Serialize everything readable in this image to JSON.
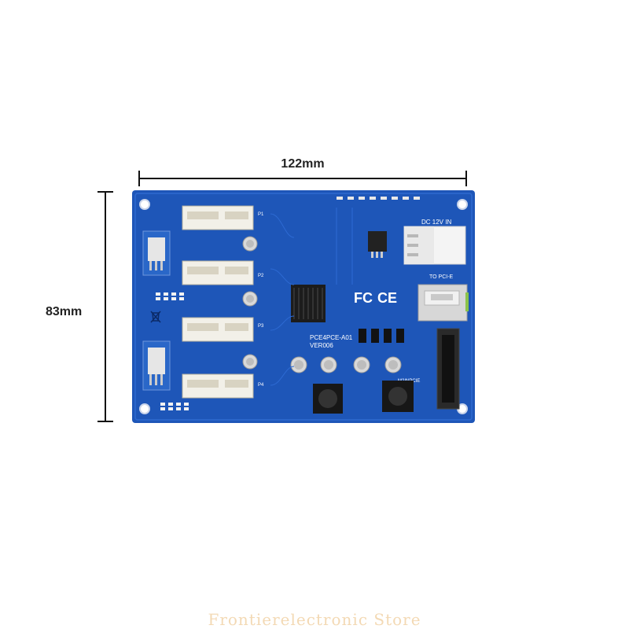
{
  "dimensions": {
    "width_label": "122mm",
    "height_label": "83mm"
  },
  "board": {
    "model": "PCE4PCE-A01",
    "version": "VER006",
    "dc_label": "DC 12V IN",
    "pcie_label": "TO PCI-E",
    "m2_label": "M2/NPCIE",
    "slot_labels": [
      "P1",
      "P2",
      "P3",
      "P4"
    ],
    "cert_marks": [
      "FC",
      "CE"
    ],
    "colors": {
      "pcb": "#1e56b8",
      "slot": "#f2f0e8",
      "heatsink": "#1c1c1c"
    }
  },
  "watermark": "Frontierelectronic Store"
}
